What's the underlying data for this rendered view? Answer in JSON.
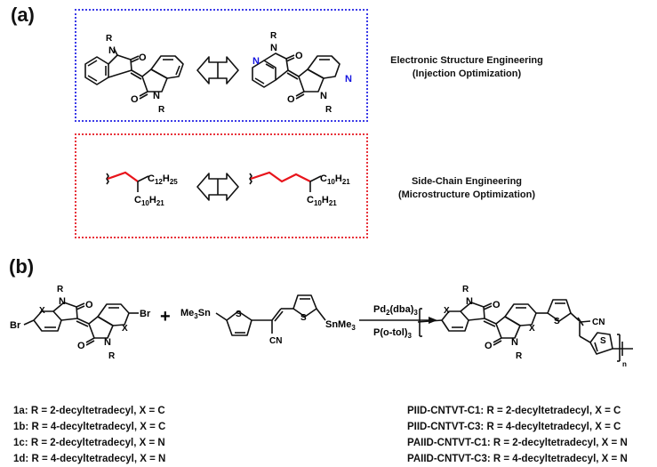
{
  "panels": {
    "a_label": "(a)",
    "b_label": "(b)"
  },
  "colors": {
    "blue_box": "#3b3be8",
    "red_box": "#e8333b",
    "pyridine_n": "#1515e0",
    "highlight_chain": "#e8141b"
  },
  "panel_a": {
    "electronic_caption_line1": "Electronic Structure Engineering",
    "electronic_caption_line2": "(Injection Optimization)",
    "sidechain_caption_line1": "Side-Chain Engineering",
    "sidechain_caption_line2": "(Microstructure Optimization)",
    "iid_structure": {
      "r": "R",
      "n": "N",
      "o": "O"
    },
    "aiid_structure": {
      "r": "R",
      "n": "N",
      "pyridine_n": "N",
      "o": "O"
    },
    "branch_c1": {
      "upper": "C12H25",
      "upper_main": "C",
      "upper_sub1": "12",
      "upper_h": "H",
      "upper_sub2": "25",
      "lower_main": "C",
      "lower_sub1": "10",
      "lower_h": "H",
      "lower_sub2": "21"
    },
    "branch_c3": {
      "upper_main": "C",
      "upper_sub1": "10",
      "upper_h": "H",
      "upper_sub2": "21",
      "lower_main": "C",
      "lower_sub1": "10",
      "lower_h": "H",
      "lower_sub2": "21"
    }
  },
  "panel_b": {
    "monomer1": {
      "br": "Br",
      "x": "X",
      "r": "R",
      "n": "N",
      "o": "O"
    },
    "plus": "+",
    "monomer2": {
      "me3sn_left": "Me",
      "sub3": "3",
      "sn": "Sn",
      "snme_right": "SnMe",
      "s": "S",
      "cn": "CN"
    },
    "conditions": {
      "catalyst_main": "Pd",
      "catalyst_sub1": "2",
      "catalyst_mid": "(dba)",
      "catalyst_sub2": "3",
      "ligand_main": "P(o-tol)",
      "ligand_sub": "3"
    },
    "polymer": {
      "x": "X",
      "r": "R",
      "n": "N",
      "o": "O",
      "s": "S",
      "cn": "CN",
      "repeat": "n"
    },
    "monomer_list": [
      "1a: R = 2-decyltetradecyl, X = C",
      "1b: R = 4-decyltetradecyl, X = C",
      "1c: R = 2-decyltetradecyl, X = N",
      "1d: R = 4-decyltetradecyl, X = N"
    ],
    "polymer_list": [
      "PIID-CNTVT-C1: R = 2-decyltetradecyl, X = C",
      "PIID-CNTVT-C3: R = 4-decyltetradecyl, X = C",
      "PAIID-CNTVT-C1: R = 2-decyltetradecyl, X = N",
      "PAIID-CNTVT-C3: R = 4-decyltetradecyl, X = N"
    ]
  }
}
